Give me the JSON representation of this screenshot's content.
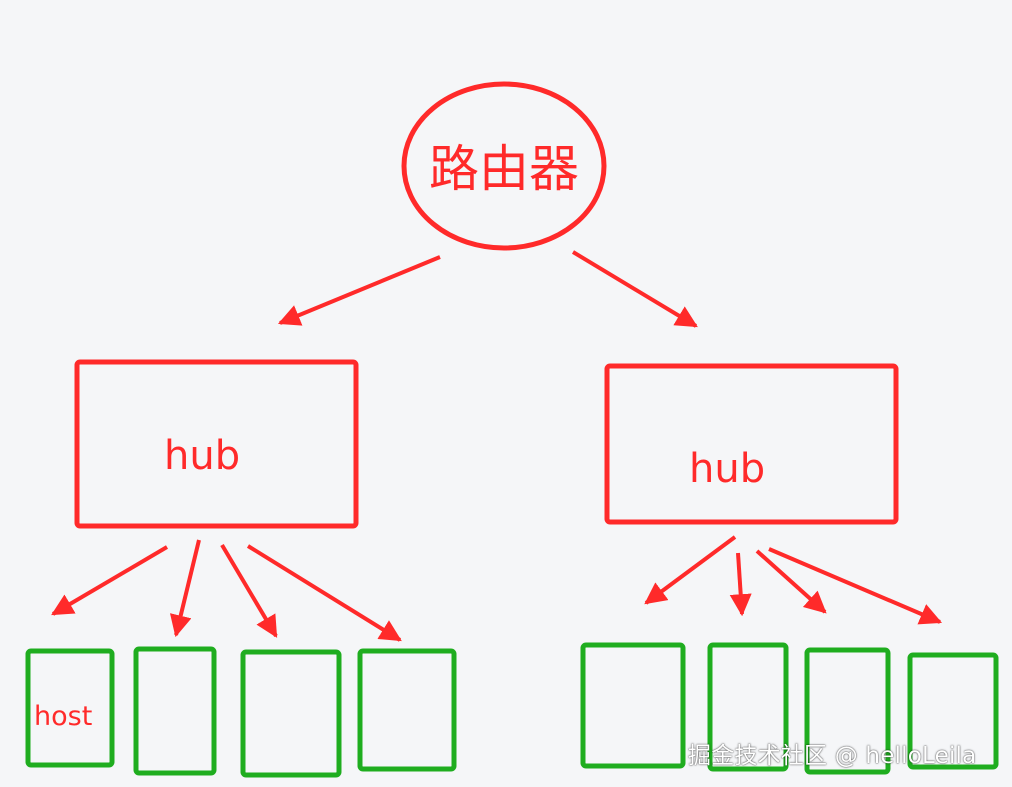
{
  "diagram": {
    "router": {
      "label": "路由器"
    },
    "hubs": [
      {
        "label": "hub"
      },
      {
        "label": "hub"
      }
    ],
    "hosts_left": [
      {
        "label": "host"
      }
    ],
    "colors": {
      "router": "#ff2a2a",
      "hub": "#ff2a2a",
      "arrow": "#ff2a2a",
      "host": "#1fad1f",
      "background": "#f5f6f8"
    }
  },
  "watermark": {
    "text": "掘金技术社区 @ helloLeila"
  }
}
